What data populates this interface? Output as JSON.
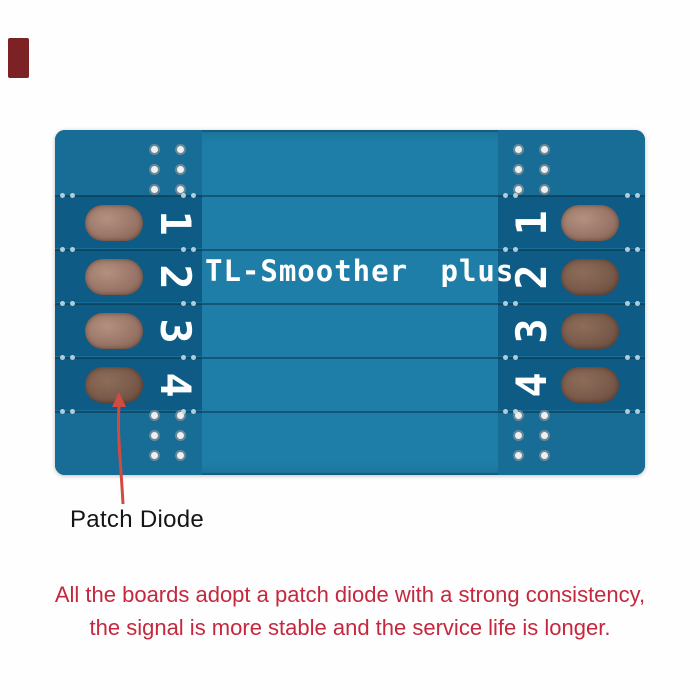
{
  "swatch": {
    "color": "#7c2124"
  },
  "board": {
    "title": "TL-Smoother plus",
    "pins": [
      "1",
      "2",
      "3",
      "4"
    ],
    "colors": {
      "base": "#1f7ea7",
      "side_column": "#186d96",
      "panel": "#0e5c85",
      "pad_copper": "#9a7668",
      "pad_copper_dark": "#7a5a4a",
      "silkscreen": "#ffffff"
    }
  },
  "annotation": {
    "label": "Patch Diode",
    "text_color": "#151515",
    "arrow_color": "#d14b41"
  },
  "caption": {
    "color": "#c5283e",
    "lines": [
      "All the boards adopt a patch diode with a strong consistency,",
      "the signal is more stable and the service life is longer."
    ]
  }
}
